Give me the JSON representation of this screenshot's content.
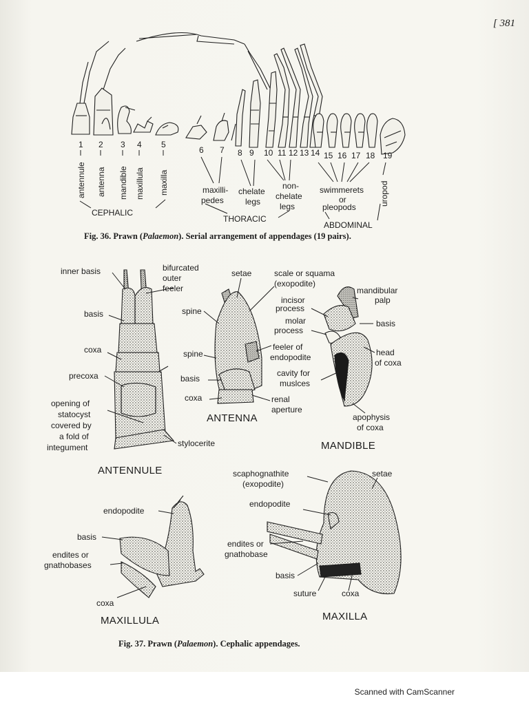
{
  "page_number": "[ 381",
  "fig36": {
    "numbers": [
      "1",
      "2",
      "3",
      "4",
      "5",
      "6",
      "7",
      "8",
      "9",
      "10",
      "11",
      "12",
      "13",
      "14",
      "15",
      "16",
      "17",
      "18",
      "19"
    ],
    "appendages": {
      "antennule": "antennule",
      "antenna": "antenna",
      "mandible": "mandible",
      "maxillula": "maxillula",
      "maxilla": "maxilla",
      "maxillipedes_1": "maxilli-",
      "maxillipedes_2": "pedes",
      "chelate_1": "chelate",
      "chelate_2": "legs",
      "nonchelate_1": "non-",
      "nonchelate_2": "chelate",
      "nonchelate_3": "legs",
      "swimmerets_1": "swimmerets",
      "swimmerets_2": "or",
      "swimmerets_3": "pleopods",
      "uropod": "uropod"
    },
    "groups": {
      "cephalic": "CEPHALIC",
      "thoracic": "THORACIC",
      "abdominal": "ABDOMINAL"
    },
    "caption_prefix": "Fig. 36. Prawn (",
    "caption_genus": "Palaemon",
    "caption_suffix": "). Serial arrangement of appendages (19 pairs)."
  },
  "fig37": {
    "antennule": {
      "title": "ANTENNULE",
      "inner_basis": "inner basis",
      "bifurcated_1": "bifurcated",
      "bifurcated_2": "outer",
      "bifurcated_3": "feeler",
      "basis": "basis",
      "coxa": "coxa",
      "precoxa": "precoxa",
      "opening_1": "opening of",
      "opening_2": "statocyst",
      "opening_3": "covered by",
      "opening_4": "a fold of",
      "opening_5": "integument",
      "stylocerite": "stylocerite"
    },
    "antenna": {
      "title": "ANTENNA",
      "setae": "setae",
      "spine_top": "spine",
      "spine_mid": "spine",
      "basis": "basis",
      "coxa": "coxa",
      "scale_1": "scale or squama",
      "scale_2": "(exopodite)",
      "feeler_1": "feeler of",
      "feeler_2": "endopodite",
      "renal_1": "renal",
      "renal_2": "aperture"
    },
    "mandible": {
      "title": "MANDIBLE",
      "incisor_1": "incisor",
      "incisor_2": "process",
      "molar_1": "molar",
      "molar_2": "process",
      "palp_1": "mandibular",
      "palp_2": "palp",
      "basis": "basis",
      "head_1": "head",
      "head_2": "of coxa",
      "cavity_1": "cavity for",
      "cavity_2": "muslces",
      "apophysis_1": "apophysis",
      "apophysis_2": "of coxa"
    },
    "maxillula": {
      "title": "MAXILLULA",
      "endopodite": "endopodite",
      "basis": "basis",
      "endites_1": "endites or",
      "endites_2": "gnathobases",
      "coxa": "coxa"
    },
    "maxilla": {
      "title": "MAXILLA",
      "scapho_1": "scaphognathite",
      "scapho_2": "(exopodite)",
      "setae": "setae",
      "endopodite": "endopodite",
      "endites_1": "endites or",
      "endites_2": "gnathobase",
      "basis": "basis",
      "suture": "suture",
      "coxa": "coxa"
    },
    "caption_prefix": "Fig. 37. Prawn (",
    "caption_genus": "Palaemon",
    "caption_suffix": "). Cephalic appendages."
  },
  "footer": {
    "scanned": "Scanned with CamScanner"
  }
}
